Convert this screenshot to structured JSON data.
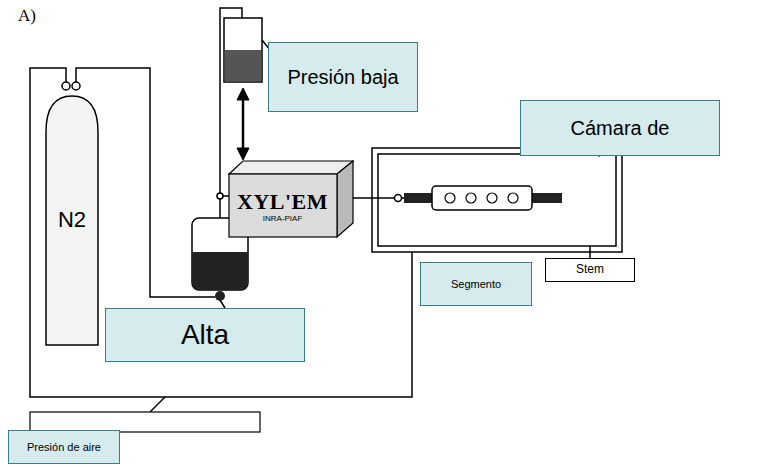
{
  "diagram": {
    "nodes": [
      {
        "text": [
          "Presión baja"
        ]
      },
      {
        "text": [
          "Cámara de"
        ]
      },
      {
        "text": [
          "XYL'EM",
          "INRA-PIAF"
        ]
      },
      {
        "text": [
          "N2"
        ]
      },
      {
        "text": [
          "Stem"
        ]
      },
      {
        "text": [
          "Segmento"
        ]
      },
      {
        "text": [
          "Alta"
        ]
      },
      {
        "text": [
          "Presión de aire"
        ]
      }
    ],
    "labels": [
      "A)"
    ]
  }
}
